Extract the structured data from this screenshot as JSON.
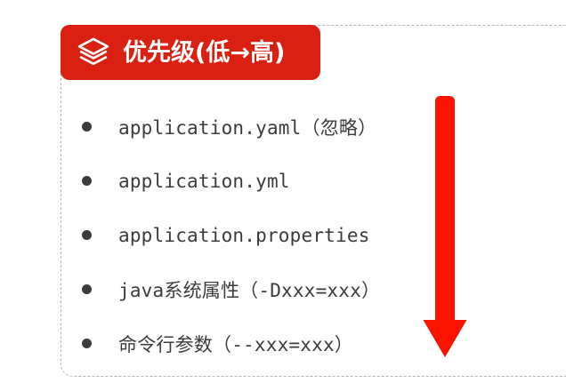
{
  "card": {
    "header": {
      "icon": "layers-stack-icon",
      "title": "优先级(低→高)",
      "background_color": "#da2011",
      "text_color": "#ffffff"
    },
    "border_style": "dashed",
    "border_color": "#b5b5b5",
    "items": [
      {
        "bullet": "bullet-dot-icon",
        "label": "application.yaml（忽略）"
      },
      {
        "bullet": "bullet-dot-icon",
        "label": "application.yml"
      },
      {
        "bullet": "bullet-dot-icon",
        "label": "application.properties"
      },
      {
        "bullet": "bullet-dot-icon",
        "label": "java系统属性（-Dxxx=xxx）"
      },
      {
        "bullet": "bullet-dot-icon",
        "label": "命令行参数（--xxx=xxx）"
      }
    ]
  },
  "annotation": {
    "arrow": {
      "icon": "arrow-down-icon",
      "direction": "down",
      "color": "#fa1400"
    }
  }
}
